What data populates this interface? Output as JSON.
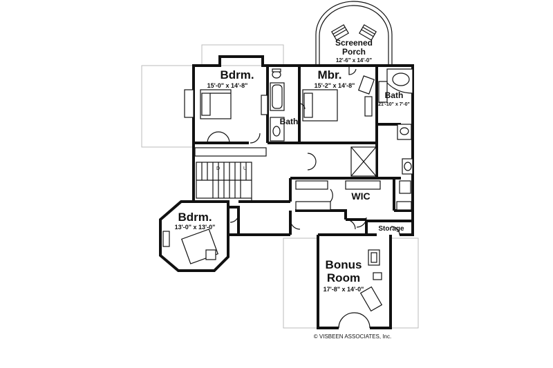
{
  "rooms": {
    "bedroom_upper": {
      "name": "Bdrm.",
      "size": "15'-0\" x 14'-8\""
    },
    "bath_upper": {
      "name": "Bath"
    },
    "master": {
      "name": "Mbr.",
      "size": "15'-2\" x 14'-8\""
    },
    "master_bath": {
      "name": "Bath",
      "size": "21'-10\" x 7'-0\""
    },
    "porch": {
      "name_line1": "Screened",
      "name_line2": "Porch",
      "size": "12'-6\" x 14'-0\""
    },
    "wic": {
      "name": "WIC"
    },
    "storage": {
      "name": "Storage"
    },
    "bedroom_lower": {
      "name": "Bdrm.",
      "size": "13'-0\" x 13'-0\""
    },
    "bonus": {
      "name_line1": "Bonus",
      "name_line2": "Room",
      "size": "17'-8\" x 14'-0\""
    }
  },
  "stair_labels": {
    "down": "D",
    "up": "U"
  },
  "credit": "© VISBEEN ASSOCIATES, Inc.",
  "colors": {
    "wall": "#111111",
    "background": "#ffffff",
    "outline": "#bbbbbb"
  }
}
